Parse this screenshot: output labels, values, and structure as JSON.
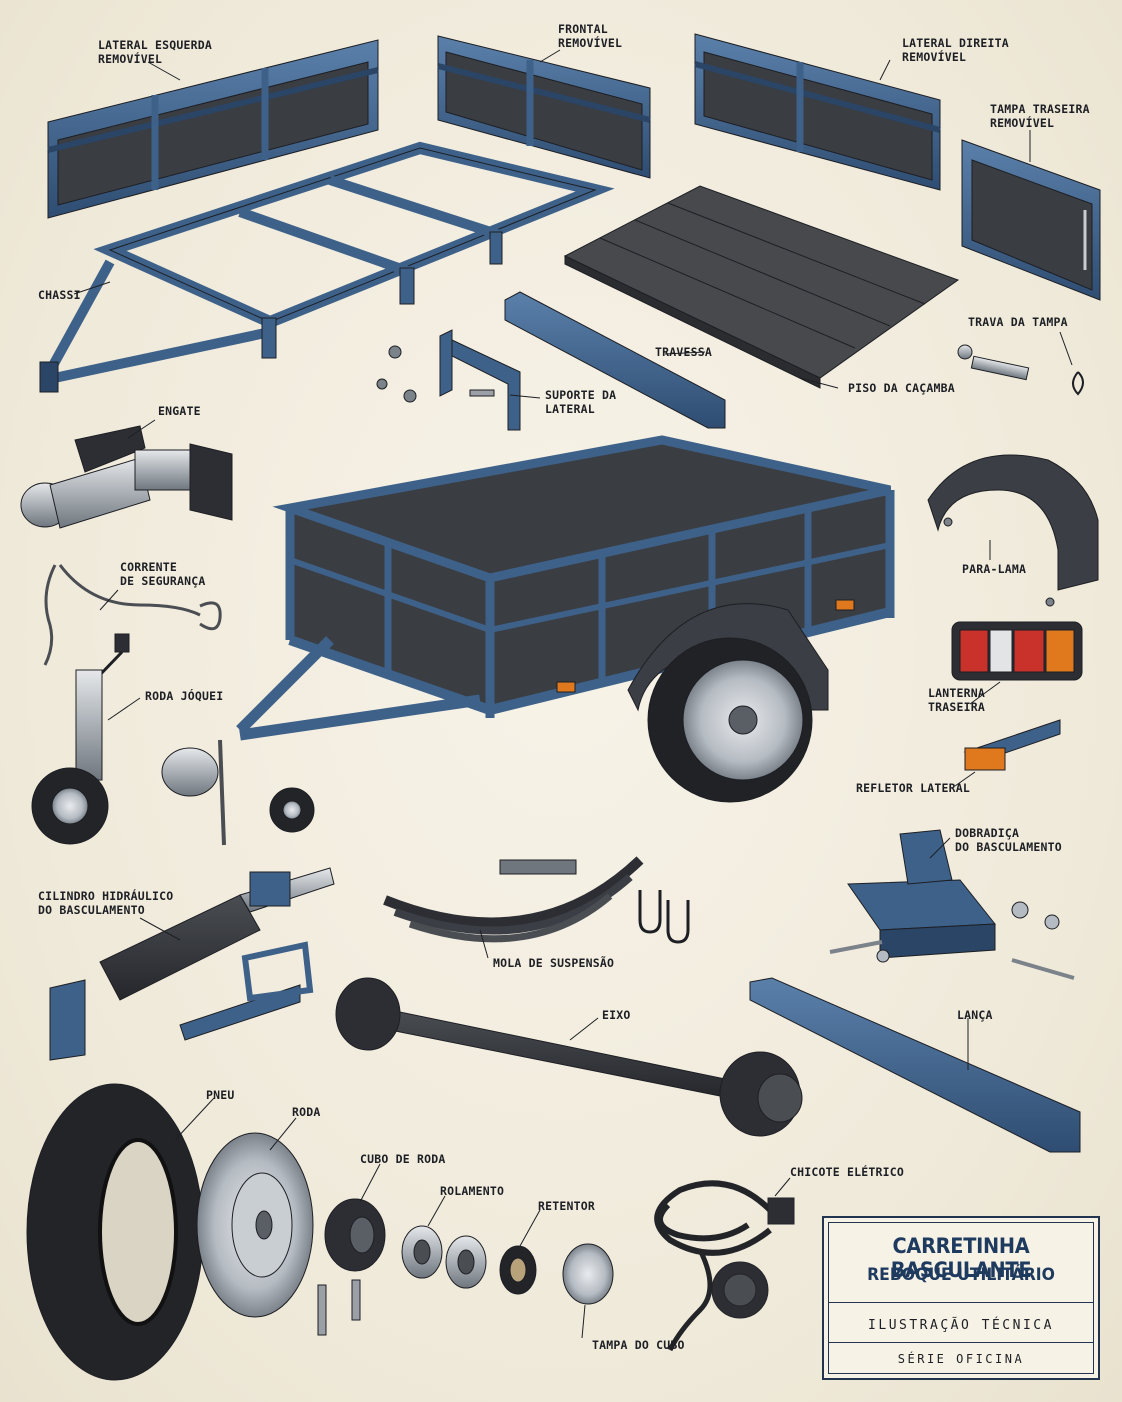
{
  "labels": {
    "lateral_esquerda": "LATERAL ESQUERDA\nREMOVÍVEL",
    "frontal": "FRONTAL\nREMOVÍVEL",
    "lateral_direita": "LATERAL DIREITA\nREMOVÍVEL",
    "tampa_traseira": "TAMPA TRASEIRA\nREMOVÍVEL",
    "chassi": "CHASSI",
    "travessa": "TRAVESSA",
    "suporte_lateral": "SUPORTE DA\nLATERAL",
    "piso": "PISO DA CAÇAMBA",
    "trava_tampa": "TRAVA DA TAMPA",
    "engate": "ENGATE",
    "corrente": "CORRENTE\nDE SEGURANÇA",
    "roda_joquei": "RODA JÓQUEI",
    "para_lama": "PARA-LAMA",
    "lanterna": "LANTERNA\nTRASEIRA",
    "refletor": "REFLETOR LATERAL",
    "dobradica": "DOBRADIÇA\nDO BASCULAMENTO",
    "cilindro": "CILINDRO HIDRÁULICO\nDO BASCULAMENTO",
    "mola": "MOLA DE SUSPENSÃO",
    "eixo": "EIXO",
    "lanca": "LANÇA",
    "pneu": "PNEU",
    "roda": "RODA",
    "cubo": "CUBO DE RODA",
    "rolamento": "ROLAMENTO",
    "retentor": "RETENTOR",
    "tampa_cubo": "TAMPA DO CUBO",
    "chicote": "CHICOTE ELÉTRICO"
  },
  "title_block": {
    "title": "CARRETINHA BASCULANTE",
    "subtitle": "REBOQUE UTILITÁRIO",
    "line3": "ILUSTRAÇÃO TÉCNICA",
    "line4": "SÉRIE OFICINA"
  },
  "colors": {
    "steel_blue": "#3e6189",
    "steel_blue_dark": "#2a4566",
    "panel": "#3a3d42",
    "ink": "#1d1f24",
    "paper": "#f3eee0",
    "title_blue": "#1e3a5f",
    "lamp_red": "#c8322a",
    "lamp_amber": "#e0781e"
  }
}
